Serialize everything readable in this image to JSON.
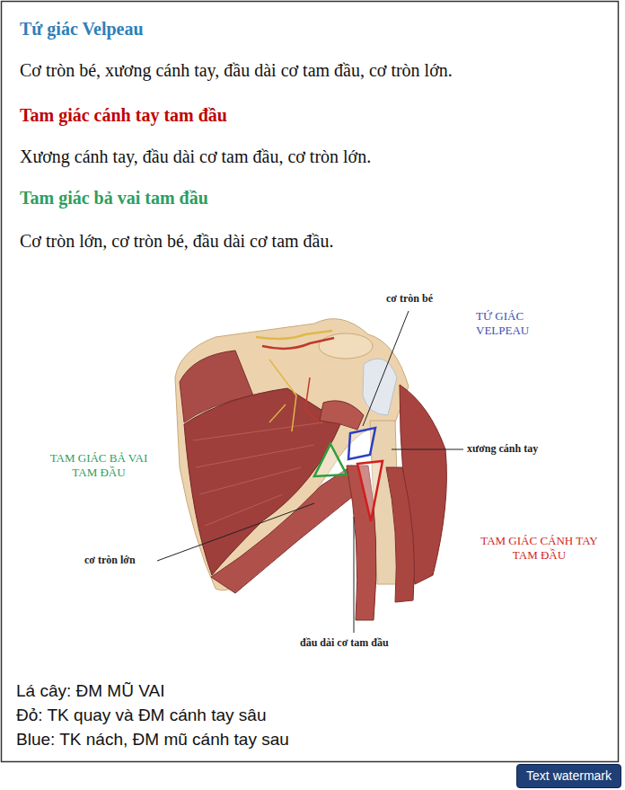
{
  "diagram": {
    "labels": [
      "Tứ giác Velpeau",
      "Cơ tròn bé, xương cánh tay, đầu dài cơ tam đầu, cơ tròn lớn.",
      "Tam giác cánh tay tam đầu",
      "Xương cánh tay, đầu dài cơ tam đầu, cơ tròn lớn.",
      "Tam giác bả vai tam đầu",
      "Cơ tròn lớn, cơ tròn bé, đầu dài cơ tam đầu.",
      "cơ tròn bé",
      "TỨ GIÁC VELPEAU",
      "xương cánh tay",
      "TAM GIÁC BẢ VAI TAM ĐẦU",
      "cơ tròn lớn",
      "TAM GIÁC CÁNH TAY TAM ĐẦU",
      "đầu dài cơ tam đầu",
      "Lá cây: ĐM MŨ VAI",
      "Đỏ: TK quay và ĐM cánh tay sâu",
      "Blue: TK nách, ĐM mũ cánh tay sau",
      "Text watermark"
    ]
  }
}
